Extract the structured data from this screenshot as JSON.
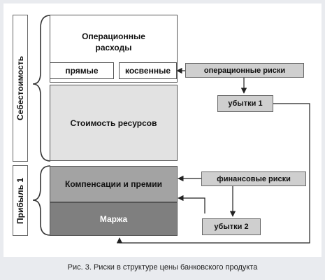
{
  "left_labels": {
    "cost": "Себестоимость",
    "profit": "Прибыль 1"
  },
  "boxes": {
    "operating_expenses": "Операционные расходы",
    "direct": "прямые",
    "indirect": "косвенные",
    "resource_cost": "Стоимость ресурсов",
    "compensation": "Компенсации и премии",
    "margin": "Маржа"
  },
  "risks": {
    "operational": "операционные риски",
    "losses_1": "убытки 1",
    "financial": "финансовые риски",
    "losses_2": "убытки 2"
  },
  "caption": "Рис. 3. Риски в структуре цены банковского продукта",
  "colors": {
    "tag_fill": "#cfcfcf",
    "resource_fill": "#e2e2e2",
    "compensation_fill": "#a3a3a3",
    "margin_fill": "#7f7f7f"
  }
}
